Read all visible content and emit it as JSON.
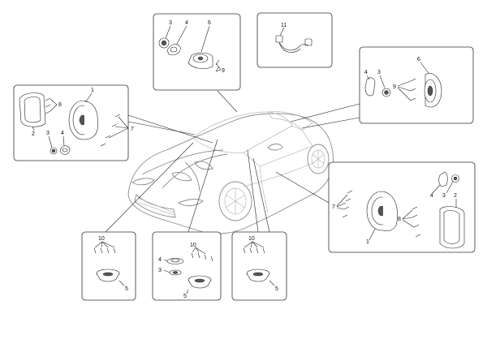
{
  "diagram": {
    "callouts": {
      "top_center": [
        "3",
        "4",
        "6",
        "9"
      ],
      "top_right_small": [
        "11"
      ],
      "left": [
        "1",
        "8",
        "2",
        "3",
        "4",
        "7"
      ],
      "right_top": [
        "4",
        "3",
        "9",
        "6"
      ],
      "right_bottom": [
        "7",
        "4",
        "3",
        "2",
        "8",
        "1"
      ],
      "bottom_1": [
        "10",
        "5"
      ],
      "bottom_2": [
        "10",
        "4",
        "3",
        "5"
      ],
      "bottom_3": [
        "10",
        "5"
      ]
    },
    "colors": {
      "line": "#222222",
      "car": "#b8b8b8",
      "box": "#333333"
    }
  }
}
